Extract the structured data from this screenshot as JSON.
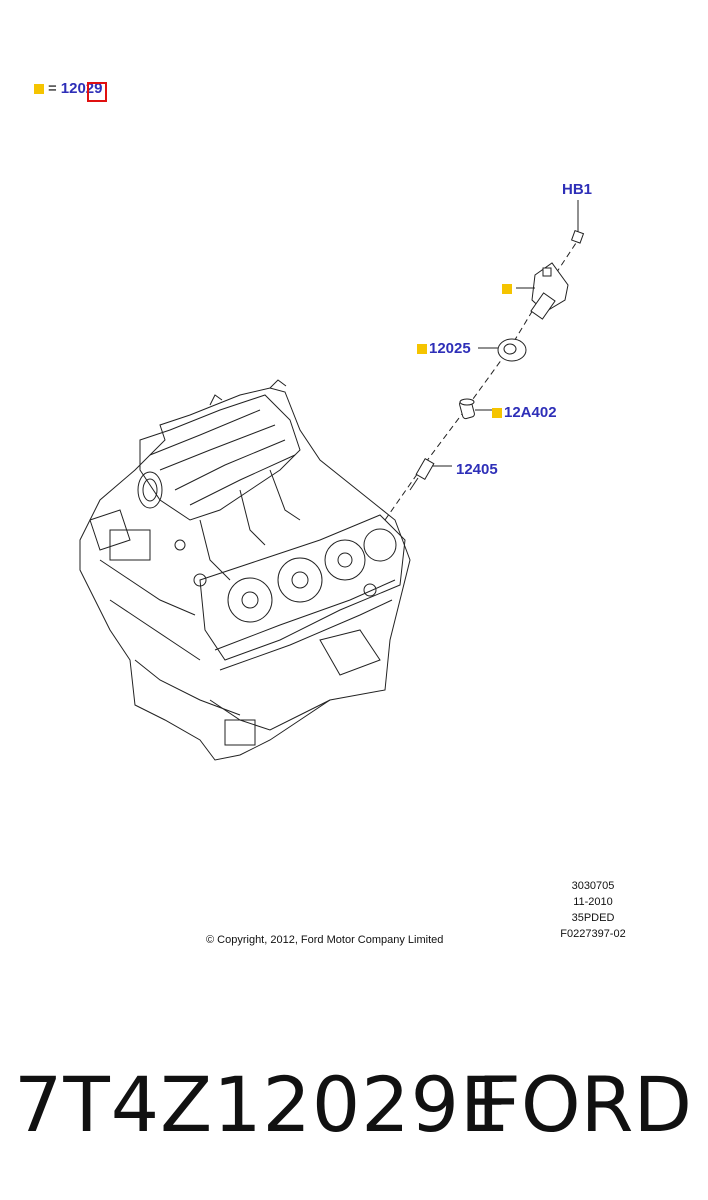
{
  "legend": {
    "equals": "=",
    "part_number": "12029"
  },
  "callouts": {
    "hb1": "HB1",
    "coil": "",
    "p12025": "12025",
    "p12a402": "12A402",
    "p12405": "12405"
  },
  "copyright": "© Copyright, 2012, Ford Motor Company Limited",
  "meta_lines": [
    "3030705",
    "11-2010",
    "35PDED",
    "F0227397-02"
  ],
  "footer": {
    "part_no": "7T4Z12029E",
    "brand": "FORD"
  },
  "colors": {
    "callout": "#2e2fb8",
    "marker": "#f5c400",
    "highlight": "#e01010"
  }
}
